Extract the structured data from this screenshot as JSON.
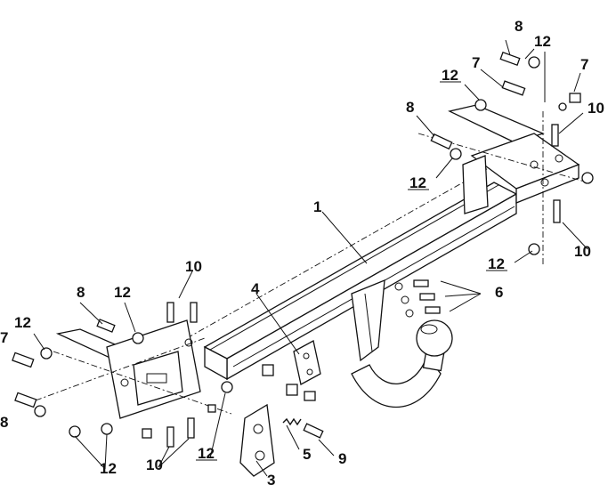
{
  "drawing": {
    "callouts": [
      {
        "id": "c1",
        "label": "1"
      },
      {
        "id": "c3",
        "label": "3"
      },
      {
        "id": "c4",
        "label": "4"
      },
      {
        "id": "c5",
        "label": "5"
      },
      {
        "id": "c6",
        "label": "6"
      },
      {
        "id": "c7a",
        "label": "7"
      },
      {
        "id": "c7b",
        "label": "7"
      },
      {
        "id": "c7c",
        "label": "7"
      },
      {
        "id": "c8a",
        "label": "8"
      },
      {
        "id": "c8b",
        "label": "8"
      },
      {
        "id": "c8c",
        "label": "8"
      },
      {
        "id": "c8d",
        "label": "8"
      },
      {
        "id": "c9",
        "label": "9"
      },
      {
        "id": "c10a",
        "label": "10"
      },
      {
        "id": "c10b",
        "label": "10"
      },
      {
        "id": "c10c",
        "label": "10"
      },
      {
        "id": "c10d",
        "label": "10"
      },
      {
        "id": "c12a",
        "label": "12"
      },
      {
        "id": "c12b",
        "label": "12"
      },
      {
        "id": "c12c",
        "label": "12"
      },
      {
        "id": "c12d",
        "label": "12"
      },
      {
        "id": "c12e",
        "label": "12"
      },
      {
        "id": "c12f",
        "label": "12"
      },
      {
        "id": "c12g",
        "label": "12"
      },
      {
        "id": "c12h",
        "label": "12"
      }
    ],
    "colors": {
      "line": "#111111",
      "background": "#ffffff",
      "shade": "#d9d9d9"
    }
  }
}
